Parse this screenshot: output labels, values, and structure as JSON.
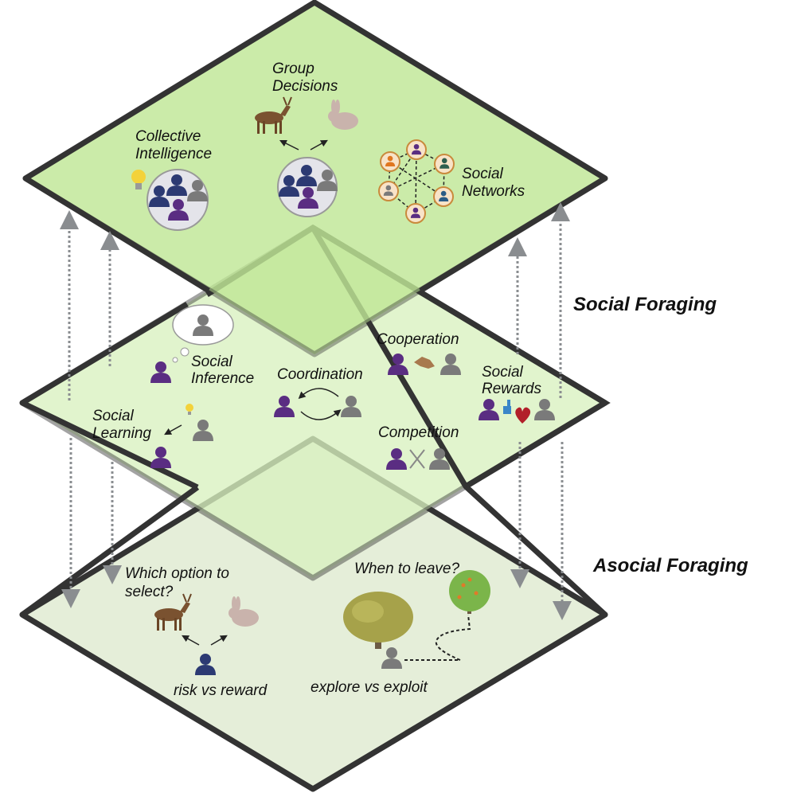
{
  "layers": {
    "top": {
      "fill": "#bfe796",
      "labels": {
        "group_decisions": [
          "Group",
          "Decisions"
        ],
        "collective_intelligence": [
          "Collective",
          "Intelligence"
        ],
        "social_networks": [
          "Social",
          "Networks"
        ]
      }
    },
    "middle": {
      "fill": "#d8f1bf",
      "labels": {
        "cooperation": "Cooperation",
        "social_inference": [
          "Social",
          "Inference"
        ],
        "coordination": "Coordination",
        "social_rewards": [
          "Social",
          "Rewards"
        ],
        "social_learning": [
          "Social",
          "Learning"
        ],
        "competition": "Competition"
      }
    },
    "bottom": {
      "fill": "#e5eed9",
      "labels": {
        "which_option": [
          "Which option to",
          "select?"
        ],
        "when_to_leave": "When to leave?",
        "risk_vs_reward": "risk vs reward",
        "explore_vs_exploit": "explore vs exploit"
      }
    }
  },
  "side_labels": {
    "social": "Social Foraging",
    "asocial": "Asocial Foraging"
  },
  "colors": {
    "border": "#333333",
    "purple": "#5a2d82",
    "navy": "#2c3a73",
    "gray": "#7a7a7a",
    "arrow": "#8a8d90"
  }
}
